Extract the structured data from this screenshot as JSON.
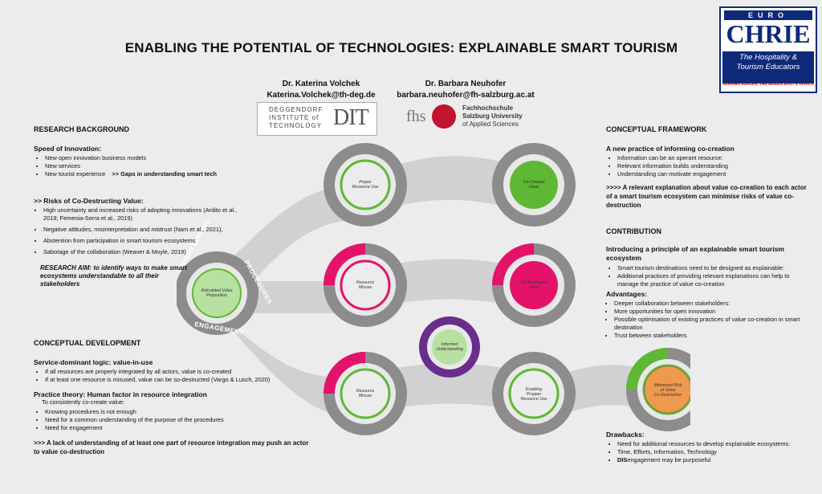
{
  "title": "ENABLING THE POTENTIAL OF TECHNOLOGIES: EXPLAINABLE SMART TOURISM",
  "authors": [
    {
      "name": "Dr. Katerina Volchek",
      "email": "Katerina.Volchek@th-deg.de"
    },
    {
      "name": "Dr. Barbara Neuhofer",
      "email": "barbara.neuhofer@fh-salzburg.ac.at"
    }
  ],
  "logos": {
    "chrie": {
      "top": "EURO",
      "name": "CHRIE",
      "line1": "The Hospitality &",
      "line2": "Tourism Educators",
      "foot": "SERVING EUROPE, THE MIDDLE EAST & AFRICA"
    },
    "deggendorf": {
      "line1": "DEGGENDORF",
      "line2": "INSTITUTE of",
      "line3": "TECHNOLOGY",
      "mark": "DIT"
    },
    "fhs": {
      "mark": "fhs",
      "line1": "Fachhochschule",
      "line2": "Salzburg University",
      "line3": "of Applied Sciences"
    }
  },
  "research_background": {
    "heading": "RESEARCH BACKGROUND",
    "speed_heading": "Speed of Innovation:",
    "speed_items": [
      "New open innovation business models",
      "New services",
      "New tourist experience"
    ],
    "gaps": ">> Gaps in understanding smart tech",
    "risks_heading": ">> Risks of Co-Destructing Value:",
    "risks_items": [
      "High uncertainty and increased risks of adopting innovations (Ardito et al., 2019; Femenia-Serra et al., 2019)",
      "Negative attitudes, misinterpretation and mistrust (Nam et al., 2021),",
      "Abstention from participation in smart tourism ecosystems",
      "Sabotage of the collaboration (Weaver & Moyle, 2019)"
    ],
    "aim": "RESEARCH AIM:  to identify ways to make smart ecosystems understandable to all their stakeholders"
  },
  "conceptual_development": {
    "heading": "CONCEPTUAL DEVELOPMENT",
    "sdl_heading": "Service-dominant logic: value-in-use",
    "sdl_items": [
      "If all resources are properly integrated by all actors, value is co-created",
      "If at least one resource is misused, value can be so-destructed (Vargo & Lusch, 2020)"
    ],
    "pt_heading": "Practice theory: Human factor in resource integration",
    "pt_intro": "To consistently co-create value:",
    "pt_items": [
      "Knowing procedures is not enough",
      "Need for a common understanding of the purpose of the procedures",
      "Need for engagement"
    ],
    "conclusion": ">>> A lack of understanding of at least one part of resource integration may push an actor to value co-destruction"
  },
  "conceptual_framework": {
    "heading": "CONCEPTUAL FRAMEWORK",
    "sub": "A new practice of informing co-creation",
    "items": [
      "Information can be an operant resource:",
      "Relevant information builds understanding",
      "Understanding can motivate engagement"
    ],
    "conclusion": ">>>> A relevant explanation about value co-creation to each actor of a smart tourism ecosystem can minimise risks of value co-destruction"
  },
  "contribution": {
    "heading": "CONTRIBUTION",
    "sub": "Introducing a principle of an explainable smart tourism ecosystem",
    "items": [
      "Smart tourism destinations need to be designed as explainable:",
      "Additional practices of providing relevant explanations can help to manage the practice of value co-creation"
    ],
    "adv_heading": "Advantages:",
    "adv_items": [
      "Deeper collaboration between stakeholders:",
      "More opportunities for open innovation",
      "Possible optimisation of existing practices of value co-creation in smart destination",
      "Trust between stakeholders"
    ],
    "draw_heading": "Drawbacks:",
    "draw_items": [
      "Need for additional resources to develop explainable ecosystems:",
      "Time, Efforts, Information, Technology"
    ],
    "draw_last_bold": "DIS",
    "draw_last_rest": "engagement may be purposeful"
  },
  "diagram": {
    "ring_labels": {
      "understanding": "UNDERSTANDING",
      "procedures": "PROCEDURES",
      "engagement": "ENGAGEMENT"
    },
    "circles": [
      {
        "id": "c1",
        "label": "Articulated Value Proposition"
      },
      {
        "id": "c2",
        "label": "Proper Resource Use"
      },
      {
        "id": "c3",
        "label": "Resource Misuse"
      },
      {
        "id": "c4",
        "label": "Resource Misuse"
      },
      {
        "id": "c5",
        "label": "Co-Created Value"
      },
      {
        "id": "c6",
        "label": "Co-Destroyed Value"
      },
      {
        "id": "c7",
        "label": "Enabling Propper Resource Use"
      },
      {
        "id": "c8",
        "label": "Minimised Risk of Value Co-Destruction"
      },
      {
        "id": "c9",
        "label": "Informed Understanding"
      }
    ],
    "colors": {
      "grey": "#8c8c8c",
      "green": "#5fb833",
      "pink": "#e5126b",
      "purple": "#6a2d8c",
      "light_green": "#b8e0a0"
    }
  }
}
